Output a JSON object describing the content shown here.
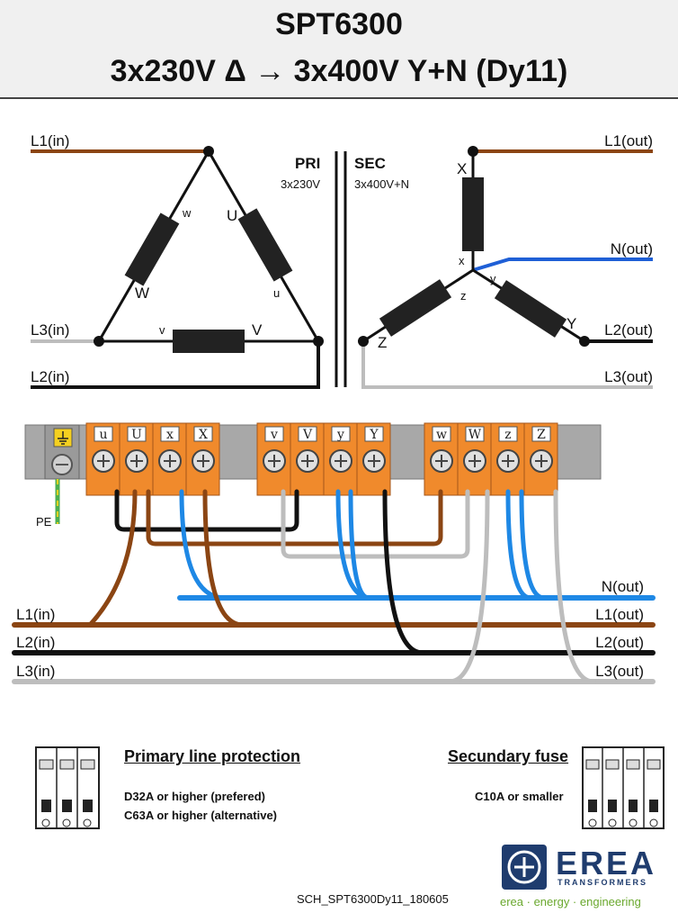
{
  "header": {
    "model": "SPT6300",
    "configuration": "3x230V Δ → 3x400V Y+N  (Dy11)"
  },
  "schematic": {
    "primary_title": "PRI",
    "primary_voltage": "3x230V",
    "secondary_title": "SEC",
    "secondary_voltage": "3x400V+N",
    "inputs": [
      "L1(in)",
      "L3(in)",
      "L2(in)"
    ],
    "outputs": [
      "L1(out)",
      "N(out)",
      "L2(out)",
      "L3(out)"
    ],
    "primary_windings": {
      "u_upper": "U",
      "u_lower": "u",
      "w_upper": "w",
      "w_lower": "W",
      "v_left": "v",
      "v_right": "V"
    },
    "secondary_windings": {
      "x_upper": "X",
      "x_lower": "x",
      "y_inner": "y",
      "y_outer": "Y",
      "z_inner": "z",
      "z_outer": "Z"
    }
  },
  "terminal_block": {
    "pe_label": "PE",
    "group1": [
      "u",
      "U",
      "x",
      "X"
    ],
    "group2": [
      "v",
      "V",
      "y",
      "Y"
    ],
    "group3": [
      "w",
      "W",
      "z",
      "Z"
    ]
  },
  "wiring": {
    "left_labels": [
      "L1(in)",
      "L2(in)",
      "L3(in)"
    ],
    "right_labels": [
      "N(out)",
      "L1(out)",
      "L2(out)",
      "L3(out)"
    ]
  },
  "protection": {
    "primary_title": "Primary line protection",
    "primary_note1": "D32A or higher (prefered)",
    "primary_note2": "C63A or higher (alternative)",
    "secondary_title": "Secundary fuse",
    "secondary_note": "C10A or smaller"
  },
  "footer": {
    "document_ref": "SCH_SPT6300Dy11_180605",
    "brand": "EREA",
    "brand_sub": "TRANSFORMERS",
    "slogan": "erea · energy · engineering"
  },
  "colors": {
    "brown": "#8B4513",
    "black": "#111111",
    "grey": "#bdbdbd",
    "blue": "#1f5fd6",
    "cyanblue": "#1e88e5",
    "orange": "#f08a2c",
    "rail": "#a8a8a8",
    "pe_green": "#4caf50",
    "pe_yellow": "#f5d020",
    "erea_blue": "#1f3c6e"
  }
}
